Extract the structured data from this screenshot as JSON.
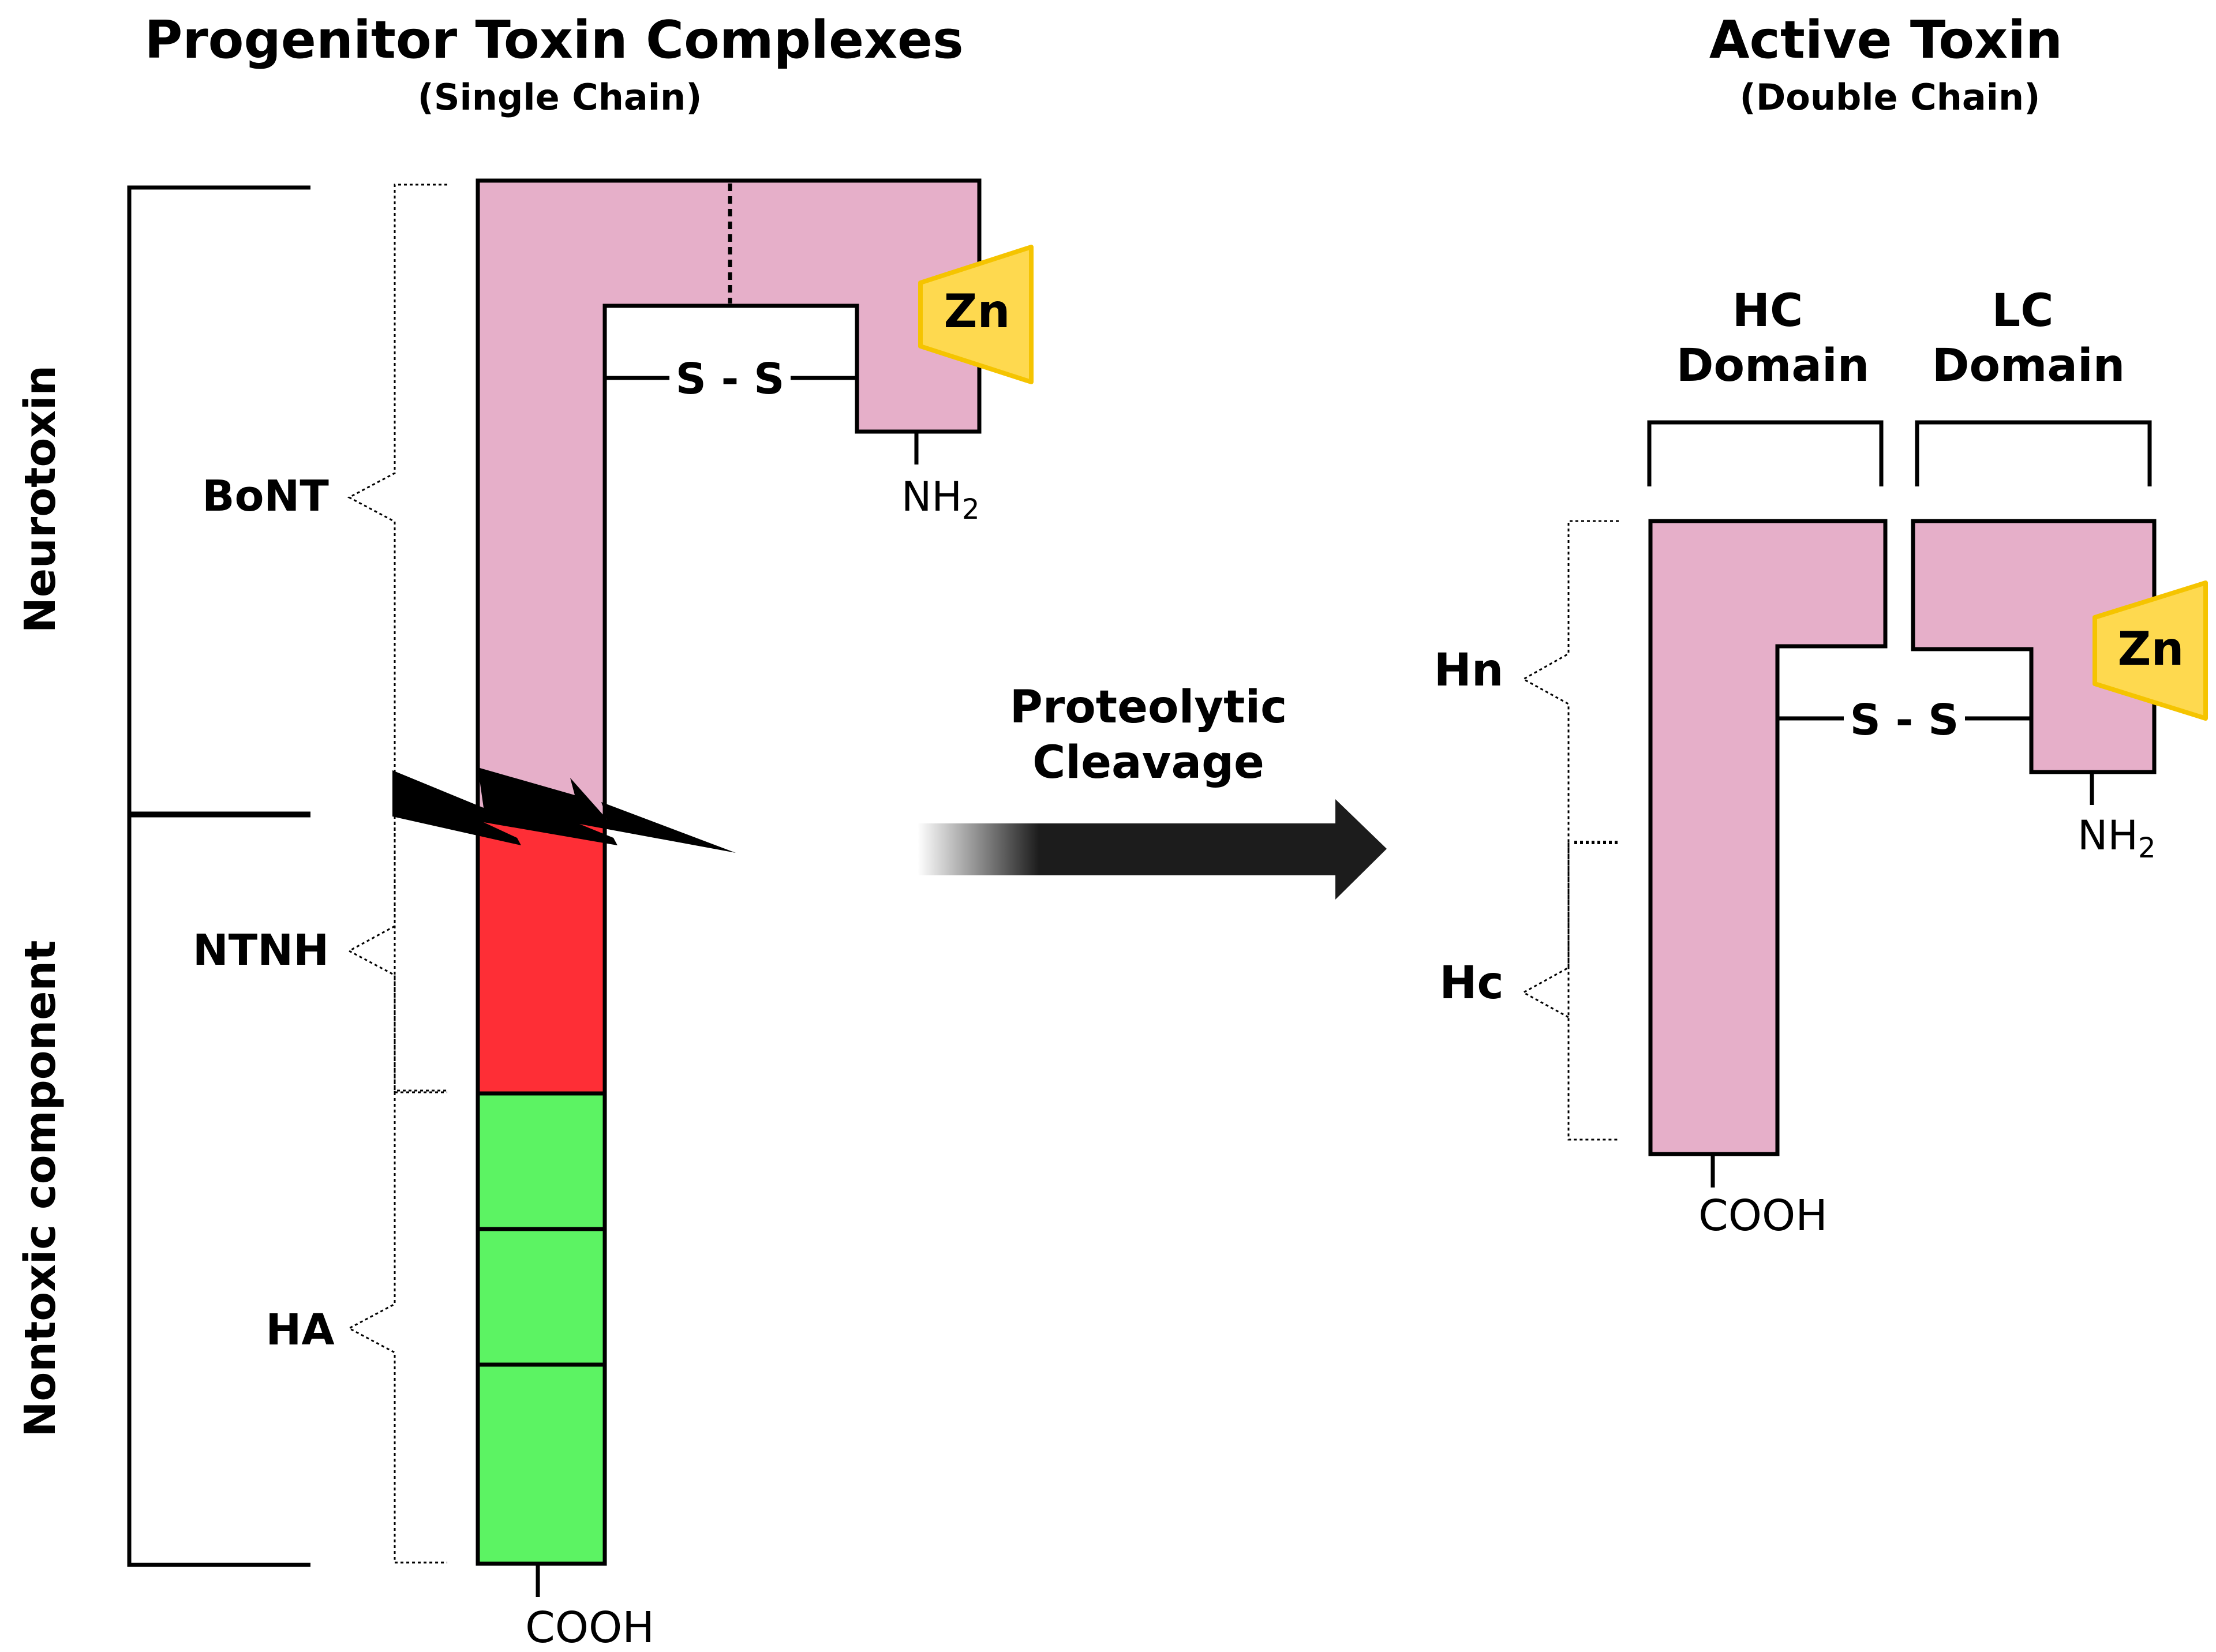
{
  "left": {
    "title": "Progenitor Toxin Complexes",
    "subtitle": "(Single Chain)",
    "side_labels": {
      "neurotoxin": "Neurotoxin",
      "nontoxic": "Nontoxic component"
    },
    "components": {
      "bont": "BoNT",
      "ntnh": "NTNH",
      "ha": "HA"
    },
    "disulfide": "S - S",
    "zn": "Zn",
    "nh2": "NH",
    "nh2_sub": "2",
    "cooh": "COOH"
  },
  "arrow": {
    "line1": "Proteolytic",
    "line2": "Cleavage"
  },
  "right": {
    "title": "Active Toxin",
    "subtitle": "(Double Chain)",
    "hc_domain": {
      "line1": "HC",
      "line2": "Domain"
    },
    "lc_domain": {
      "line1": "LC",
      "line2": "Domain"
    },
    "hn": "Hn",
    "hc": "Hc",
    "disulfide": "S - S",
    "zn": "Zn",
    "nh2": "NH",
    "nh2_sub": "2",
    "cooh": "COOH"
  },
  "colors": {
    "toxin_pink": "#e6afc9",
    "ntnh_red": "#fe2e36",
    "ha_green": "#5cf363",
    "zinc_yellow": "#fed94f",
    "zinc_border": "#f5c400",
    "arrow_dark": "#1c1c1c"
  },
  "icons": {
    "cleavage": "lightning-bolt-icon",
    "direction": "right-arrow-icon"
  }
}
